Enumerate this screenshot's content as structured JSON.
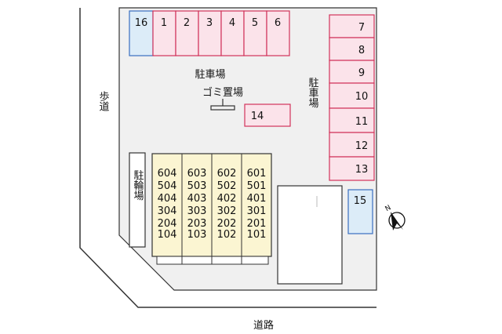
{
  "labels": {
    "parking_north": "駐車場",
    "parking_east": "駐車場",
    "garbage": "ゴミ置場",
    "bicycle": "駐輪場",
    "sidewalk": "歩道",
    "road": "道路"
  },
  "parking_top": [
    "16",
    "1",
    "2",
    "3",
    "4",
    "5",
    "6"
  ],
  "parking_right": [
    "7",
    "8",
    "9",
    "10",
    "11",
    "12",
    "13"
  ],
  "parking_14": "14",
  "parking_15": "15",
  "units": [
    [
      "604",
      "504",
      "404",
      "304",
      "204",
      "104"
    ],
    [
      "603",
      "503",
      "403",
      "303",
      "203",
      "103"
    ],
    [
      "602",
      "502",
      "402",
      "302",
      "202",
      "102"
    ],
    [
      "601",
      "501",
      "401",
      "301",
      "201",
      "101"
    ]
  ],
  "colors": {
    "lot": "#f0f0f0",
    "parking_fill": "#fbe3ea",
    "parking_stroke": "#d2335a",
    "blue_fill": "#dcecf8",
    "blue_stroke": "#3a6fc0",
    "building": "#fbf5d2",
    "line": "#333333"
  },
  "compass_icon": "north-arrow-icon"
}
